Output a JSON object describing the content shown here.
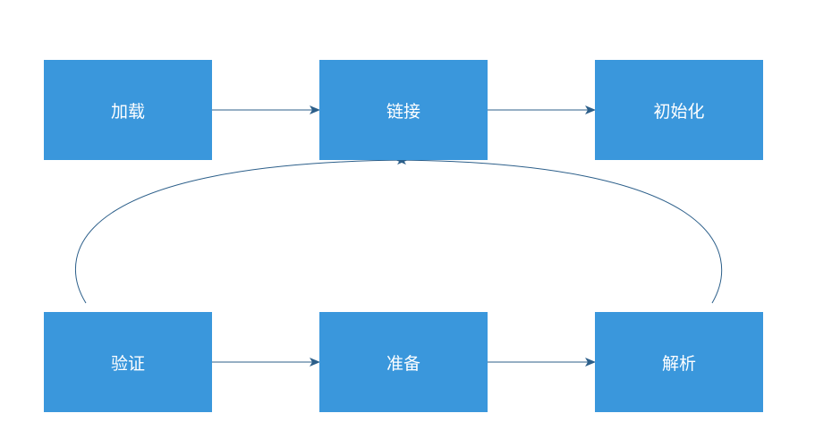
{
  "diagram": {
    "colors": {
      "node_fill": "#3a97dc",
      "node_text": "#ffffff",
      "edge": "#2c5f8a"
    },
    "nodes": {
      "load": "加载",
      "link": "链接",
      "init": "初始化",
      "verify": "验证",
      "prepare": "准备",
      "parse": "解析"
    },
    "edges": [
      {
        "from": "load",
        "to": "link"
      },
      {
        "from": "link",
        "to": "init"
      },
      {
        "from": "verify",
        "to": "prepare"
      },
      {
        "from": "prepare",
        "to": "parse"
      },
      {
        "from": "verify",
        "to": "link"
      },
      {
        "from": "parse",
        "to": "link"
      }
    ]
  }
}
